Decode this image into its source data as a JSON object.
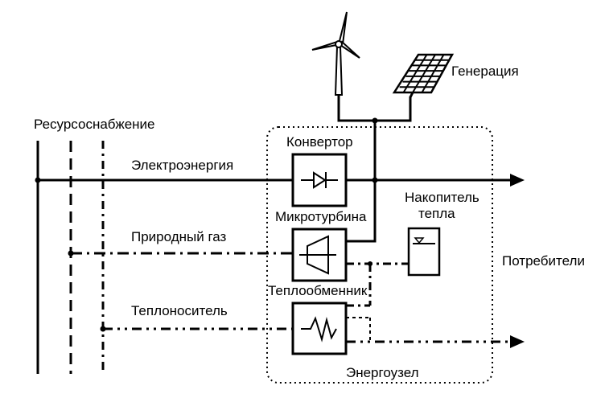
{
  "labels": {
    "resource_supply": "Ресурсоснабжение",
    "electricity": "Электроэнергия",
    "natural_gas": "Природный газ",
    "heat_carrier": "Теплоноситель",
    "generation": "Генерация",
    "converter": "Конвертор",
    "microturbine": "Микротурбина",
    "heat_storage_line1": "Накопитель",
    "heat_storage_line2": "тепла",
    "heat_exchanger": "Теплообменник",
    "consumers": "Потребители",
    "energy_hub": "Энергоузел"
  },
  "icons": {
    "wind_turbine": "wind-turbine-icon",
    "solar_panel": "solar-panel-icon",
    "converter": "diode-icon",
    "microturbine": "turbine-icon",
    "heat_exchanger": "coil-icon",
    "heat_storage": "tank-icon"
  },
  "line_styles": {
    "electricity": "solid",
    "natural_gas": "dash-dot",
    "heat_carrier": "dash-dot-dot"
  }
}
